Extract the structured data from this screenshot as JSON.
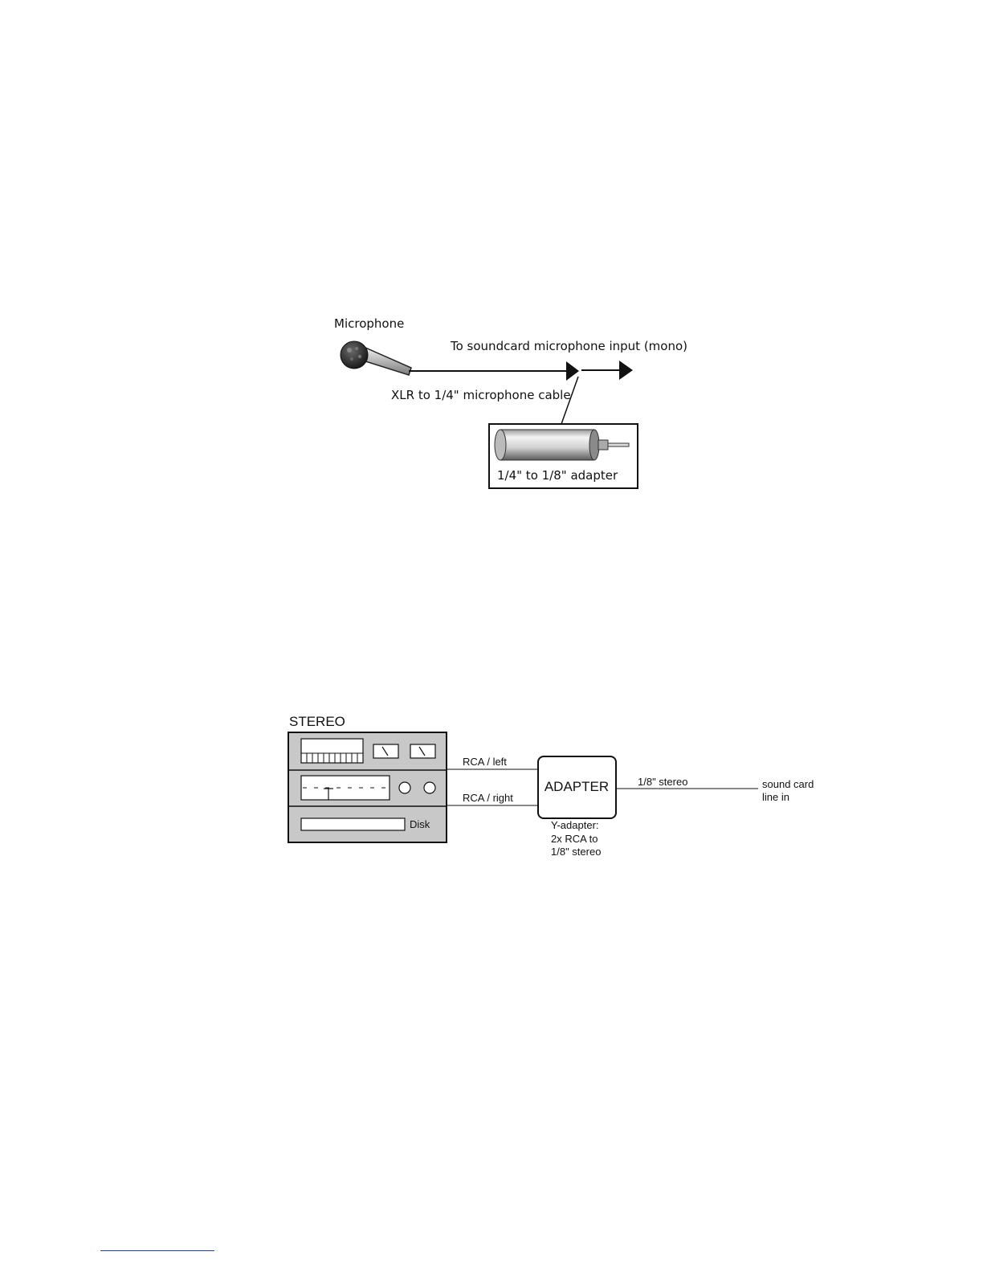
{
  "diagram1": {
    "microphone_label": "Microphone",
    "output_label": "To soundcard microphone input (mono)",
    "cable_label": "XLR to 1/4\" microphone cable",
    "adapter_label": "1/4\" to 1/8\" adapter",
    "icons": [
      "microphone-icon",
      "adapter-plug-icon",
      "arrow-right-icon"
    ]
  },
  "diagram2": {
    "stereo_label": "STEREO",
    "disk_label": "Disk",
    "rca_left_label": "RCA / left",
    "rca_right_label": "RCA / right",
    "adapter_box_label": "ADAPTER",
    "adapter_note_lines": [
      "Y-adapter:",
      "2x RCA to",
      "1/8\" stereo"
    ],
    "stereo_cable_label": "1/8\" stereo",
    "soundcard_lines": [
      "sound card",
      "line in"
    ],
    "colors": {
      "stereo_body": "#c8c8c8"
    }
  }
}
